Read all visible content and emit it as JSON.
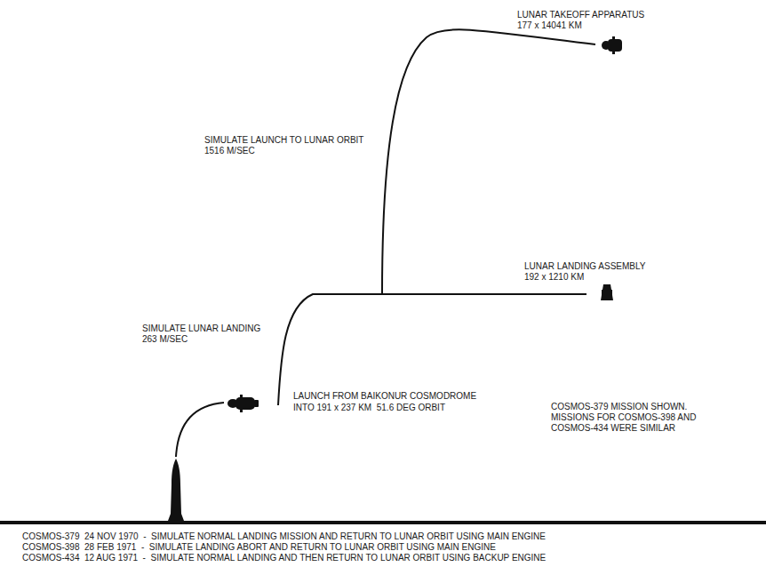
{
  "diagram": {
    "labels": [
      "LUNAR TAKEOFF APPARATUS",
      "177 x 14041 KM",
      "SIMULATE LAUNCH TO LUNAR ORBIT",
      "1516 M/SEC",
      "LUNAR LANDING ASSEMBLY",
      "192 x 1210 KM",
      "SIMULATE LUNAR LANDING",
      "263 M/SEC",
      "LAUNCH FROM BAIKONUR COSMODROME",
      "INTO 191 x 237 KM  51.6 DEG ORBIT",
      "COSMOS-379 MISSION SHOWN. MISSIONS FOR COSMOS-398 AND COSMOS-434 WERE SIMILAR",
      "COSMOS-379  24 NOV 1970  -  SIMULATE NORMAL LANDING MISSION AND RETURN TO LUNAR ORBIT USING MAIN ENGINE",
      "COSMOS-398  28 FEB 1971  -  SIMULATE LANDING ABORT AND RETURN TO LUNAR ORBIT USING MAIN ENGINE",
      "COSMOS-434  12 AUG 1971  -  SIMULATE NORMAL LANDING AND THEN RETURN TO LUNAR ORBIT USING BACKUP ENGINE"
    ]
  }
}
